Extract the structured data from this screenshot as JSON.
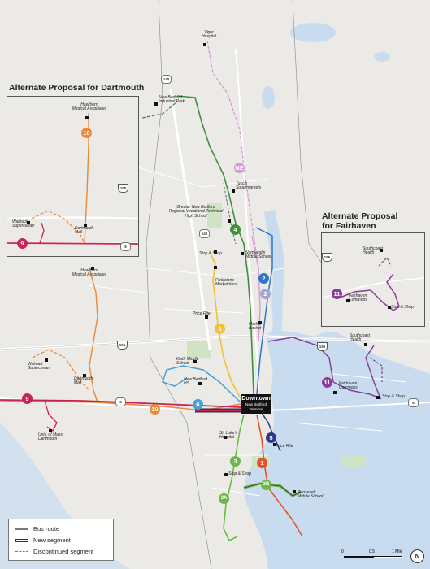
{
  "insets": {
    "dartmouth_title": "Alternate Proposal for Dartmouth",
    "fairhaven_title": "Alternate Proposal\nfor Fairhaven"
  },
  "routes": {
    "r1": "1",
    "r2": "2",
    "r3": "3",
    "r3a": "3A",
    "r3b": "3B",
    "r4": "4",
    "r5": "5",
    "r6": "6",
    "r8": "8",
    "r9": "9",
    "r10": "10",
    "r11": "11",
    "rne": "NE"
  },
  "colors": {
    "r1": "#e5532a",
    "r2": "#2e78c7",
    "r3": "#6bb846",
    "r4": "#3f8f3f",
    "r5": "#2a3a8a",
    "r6": "#4a9edc",
    "r8": "#f2c232",
    "r9": "#c8225a",
    "r10": "#e88a3a",
    "r11": "#8a3e9a",
    "rne": "#d69ad6"
  },
  "places": {
    "vigor": "Vigor\nHospital",
    "industrial": "New Bedford\nIndustrial Park",
    "tuccis": "Tuccis\nSupermarkets",
    "voc": "Greater New Bedford\nRegional Vocational Technical\nHigh School",
    "normandin": "Normandin\nMiddle School",
    "stopshop1": "Stop & Shop",
    "fieldstone": "Fieldstone\nMarketplace",
    "pricerite1": "Price Rite",
    "market": "Market\nBasket",
    "keith": "Keith Middle\nSchool",
    "nbhs": "New Bedford\nHS",
    "walmart": "Walmart\nSupercenter",
    "dmall": "Dartmouth\nMall",
    "hawthorn": "Hawthorn\nMedical Associates",
    "umass": "Univ. of Mass.\nDartmouth",
    "stlukes": "St. Luke's\nHospital",
    "stopshop2": "Stop & Shop",
    "pricerite2": "Price Rite",
    "roosevelt": "Roosevelt\nMiddle School",
    "southcoast": "Southcoast\nHealth",
    "fcommons": "Fairhaven\nCommons",
    "stopshop3": "Stop & Shop",
    "in_walmart": "Walmart\nSupercenter",
    "in_dmall": "Dartmouth\nMall",
    "in_hawthorn": "Hawthorn\nMedical Associates",
    "in_southcoast": "Southcoast\nHealth",
    "in_fcommons": "Fairhaven\nCommons",
    "in_stopshop": "Stop & Shop"
  },
  "terminal": {
    "name": "Downtown",
    "sub": "New Bedford\nTerminal"
  },
  "roads": {
    "shield140a": "140",
    "shield140b": "140",
    "i195a": "195",
    "i195b": "195",
    "i195c": "195",
    "us6a": "6",
    "us6b": "6",
    "us6c": "6",
    "i195d": "195"
  },
  "legend": {
    "bus_route": "Bus route",
    "new_segment": "New segment",
    "discontinued": "Discontinued segment"
  },
  "scale": {
    "s0": "0",
    "s05": "0.5",
    "s1": "1 Mile"
  },
  "north": "N"
}
